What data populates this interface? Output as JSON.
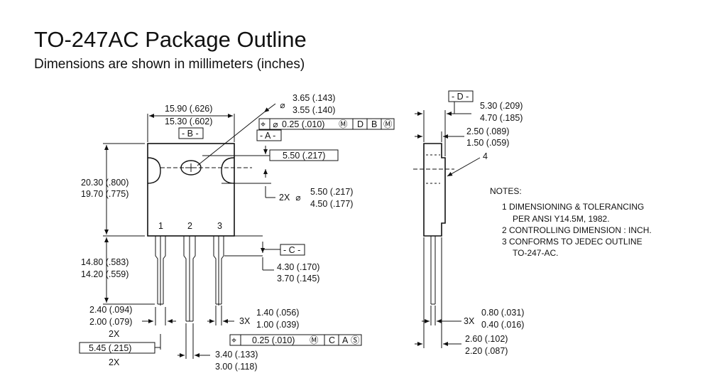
{
  "header": {
    "title": "TO-247AC Package Outline",
    "subtitle": "Dimensions are shown in millimeters (inches)"
  },
  "front_view": {
    "datum_b": "- B -",
    "datum_a": "- A -",
    "datum_c": "- C -",
    "width_max": "15.90 (.626)",
    "width_min": "15.30 (.602)",
    "hole_dia_max": "3.65 (.143)",
    "hole_dia_min": "3.55 (.140)",
    "hole_dia_symbol": "⌀",
    "hole_offset": "5.50 (.217)",
    "tab_notch_count": "2X",
    "tab_notch_max": "5.50 (.217)",
    "tab_notch_min": "4.50 (.177)",
    "body_height_max": "20.30 (.800)",
    "body_height_min": "19.70 (.775)",
    "lead_length_max": "14.80 (.583)",
    "lead_length_min": "14.20 (.559)",
    "shoulder_max": "4.30 (.170)",
    "shoulder_min": "3.70 (.145)",
    "lead_shoulder_width_max": "2.40 (.094)",
    "lead_shoulder_width_min": "2.00 (.079)",
    "lead_shoulder_count": "2X",
    "pitch": "5.45 (.215)",
    "pitch_count": "2X",
    "lead_width_count": "3X",
    "lead_width_max": "1.40 (.056)",
    "lead_width_min": "1.00 (.039)",
    "center_shoulder_max": "3.40 (.133)",
    "center_shoulder_min": "3.00 (.118)",
    "pin_labels": [
      "1",
      "2",
      "3"
    ],
    "fcf_top": {
      "value": "0.25 (.010)",
      "refs": [
        "D",
        "B"
      ]
    },
    "fcf_bottom": {
      "value": "0.25 (.010)",
      "refs": [
        "C",
        "A"
      ]
    }
  },
  "side_view": {
    "datum_d": "- D -",
    "thickness_max": "5.30 (.209)",
    "thickness_min": "4.70 (.185)",
    "tab_thickness_max": "2.50 (.089)",
    "tab_thickness_min": "1.50 (.059)",
    "note_callout": "4",
    "lead_thickness_count": "3X",
    "lead_thickness_max": "0.80 (.031)",
    "lead_thickness_min": "0.40 (.016)",
    "standoff_max": "2.60 (.102)",
    "standoff_min": "2.20 (.087)"
  },
  "notes": {
    "heading": "NOTES:",
    "lines": [
      "1  DIMENSIONING & TOLERANCING",
      "PER ANSI Y14.5M, 1982.",
      "2  CONTROLLING DIMENSION : INCH.",
      "3  CONFORMS TO JEDEC OUTLINE",
      "TO-247-AC."
    ]
  }
}
